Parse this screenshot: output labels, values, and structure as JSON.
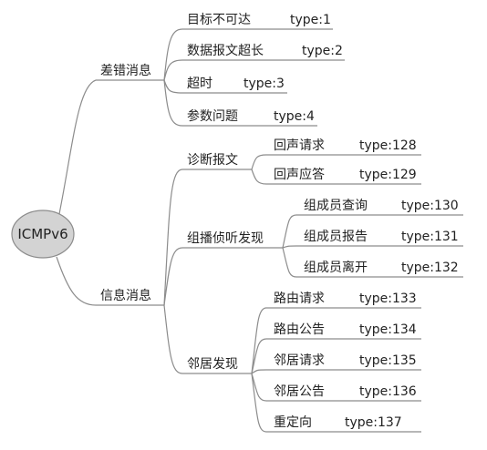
{
  "root": "ICMPv6",
  "error": {
    "label": "差错消息",
    "items": [
      {
        "label": "目标不可达",
        "type": "type:1"
      },
      {
        "label": "数据报文超长",
        "type": "type:2"
      },
      {
        "label": "超时",
        "type": "type:3"
      },
      {
        "label": "参数问题",
        "type": "type:4"
      }
    ]
  },
  "info": {
    "label": "信息消息",
    "diag": {
      "label": "诊断报文",
      "items": [
        {
          "label": "回声请求",
          "type": "type:128"
        },
        {
          "label": "回声应答",
          "type": "type:129"
        }
      ]
    },
    "mcast": {
      "label": "组播侦听发现",
      "items": [
        {
          "label": "组成员查询",
          "type": "type:130"
        },
        {
          "label": "组成员报告",
          "type": "type:131"
        },
        {
          "label": "组成员离开",
          "type": "type:132"
        }
      ]
    },
    "nd": {
      "label": "邻居发现",
      "items": [
        {
          "label": "路由请求",
          "type": "type:133"
        },
        {
          "label": "路由公告",
          "type": "type:134"
        },
        {
          "label": "邻居请求",
          "type": "type:135"
        },
        {
          "label": "邻居公告",
          "type": "type:136"
        },
        {
          "label": "重定向",
          "type": "type:137"
        }
      ]
    }
  }
}
